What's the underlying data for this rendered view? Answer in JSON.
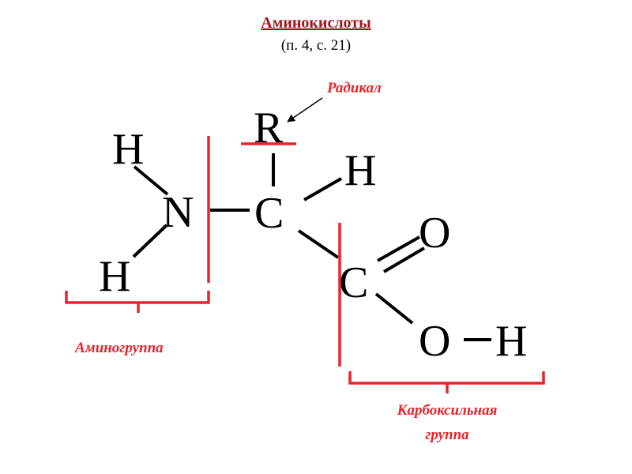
{
  "title": "Аминокислоты",
  "subtitle": "(п. 4, с. 21)",
  "atoms": {
    "r": "R",
    "h_top_left": "H",
    "h_bottom_left": "H",
    "n": "N",
    "c_alpha": "C",
    "h_right": "H",
    "c_carboxyl": "C",
    "o_double": "O",
    "o_hydroxyl": "O",
    "h_hydroxyl": "H"
  },
  "labels": {
    "radical": "Радикал",
    "amino_group": "Аминогруппа",
    "carboxyl_group_line1": "Карбоксильная",
    "carboxyl_group_line2": "группа"
  },
  "colors": {
    "accent": "#e8232a",
    "title": "#a0151b",
    "text": "#000000"
  }
}
